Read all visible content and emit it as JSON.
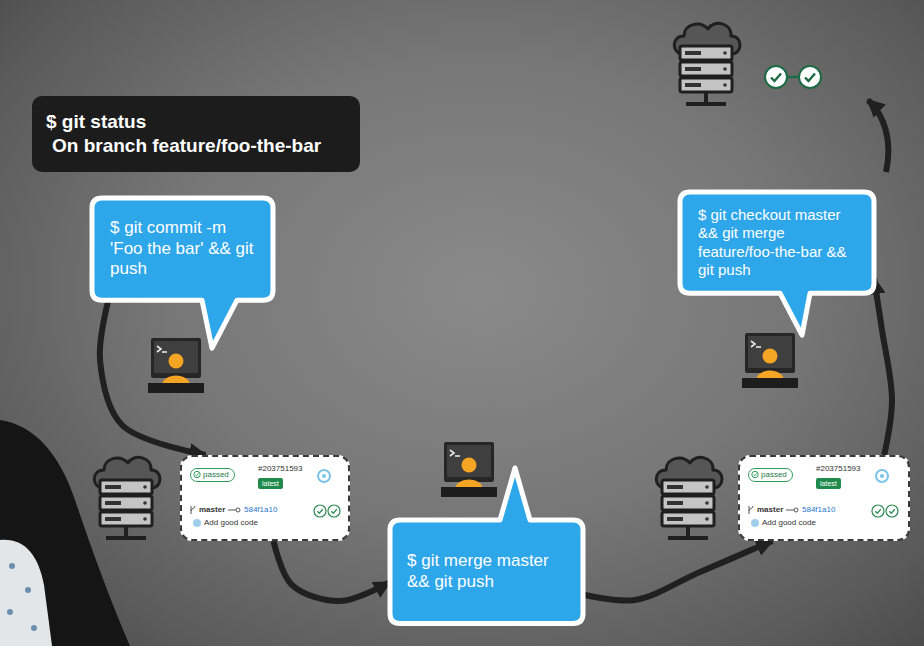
{
  "diagram": {
    "nodes": [
      {
        "text": [
          "$ git status",
          "On branch feature/foo-the-bar"
        ]
      },
      {
        "text": [
          "$ git commit -m 'Foo the bar' && git push"
        ]
      },
      {
        "text": [
          "#203751593",
          "master",
          "584f1a10",
          "Add good code"
        ]
      },
      {
        "text": [
          "passed"
        ],
        "in": 2
      },
      {
        "text": [
          "latest"
        ],
        "in": 2
      },
      {
        "text": [
          "$ git merge master && git push"
        ]
      },
      {
        "text": [
          "#203751593",
          "master",
          "584f1a10",
          "Add good code"
        ]
      },
      {
        "text": [
          "passed"
        ],
        "in": 6
      },
      {
        "text": [
          "latest"
        ],
        "in": 6
      },
      {
        "text": [
          "$ git checkout master && git merge feature/foo-the-bar && git push"
        ]
      }
    ],
    "edges": [
      {
        "from": 1,
        "to": 2,
        "arrow": "to"
      },
      {
        "from": 2,
        "to": 5,
        "arrow": "to"
      },
      {
        "from": 5,
        "to": 6,
        "arrow": "to"
      },
      {
        "from": 6,
        "to": 9,
        "arrow": "to"
      }
    ]
  }
}
